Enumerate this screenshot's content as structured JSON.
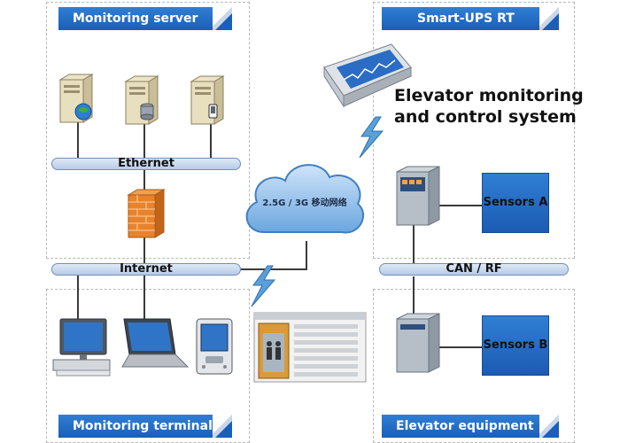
{
  "panels": {
    "monitoring_server": "Monitoring server",
    "smart_ups": "Smart-UPS RT",
    "monitoring_terminal": "Monitoring terminal",
    "elevator_equipment": "Elevator equipment"
  },
  "buses": {
    "ethernet": "Ethernet",
    "internet": "Internet",
    "can_rf": "CAN / RF"
  },
  "cloud_label": "2.5G / 3G 移动网络",
  "system_title_line1": "Elevator monitoring",
  "system_title_line2": "and control system",
  "sensors": {
    "a": "Sensors A",
    "b": "Sensors B"
  },
  "colors": {
    "tab_blue": "#1a5fb8",
    "bus_fill": "#c9d9ee",
    "cloud_blue": "#6aa6e0",
    "bolt_blue": "#5aa0d8"
  }
}
